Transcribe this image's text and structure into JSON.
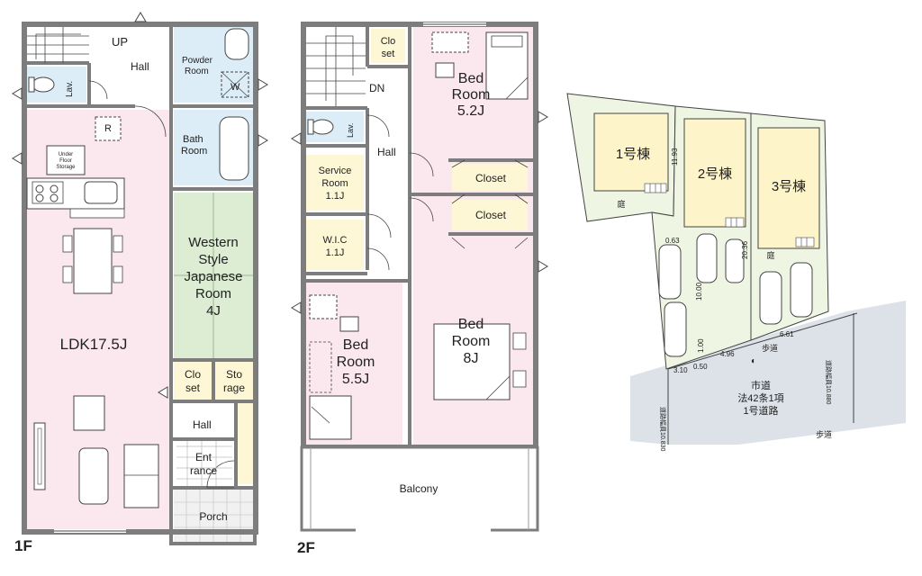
{
  "floor1": {
    "label": "1F",
    "up": "UP",
    "hall": "Hall",
    "powder_room": [
      "Powder",
      "Room"
    ],
    "w": "W",
    "lav": "Lav.",
    "r": "R",
    "bath_room": [
      "Bath",
      "Room"
    ],
    "under_floor_storage": [
      "Under",
      "Floor",
      "Storage"
    ],
    "western_japanese_room": [
      "Western",
      "Style",
      "Japanese",
      "Room",
      "4J"
    ],
    "ldk": "LDK17.5J",
    "closet": [
      "Clo",
      "set"
    ],
    "storage": [
      "Sto",
      "rage"
    ],
    "hall2": "Hall",
    "entrance": [
      "Ent",
      "rance"
    ],
    "porch": "Porch"
  },
  "floor2": {
    "label": "2F",
    "closet_small": [
      "Clo",
      "set"
    ],
    "dn": "DN",
    "lav": "Lav.",
    "hall": "Hall",
    "service_room": [
      "Service",
      "Room",
      "1.1J"
    ],
    "wic": [
      "W.I.C",
      "1.1J"
    ],
    "bed_room_52": [
      "Bed",
      "Room",
      "5.2J"
    ],
    "closet1": "Closet",
    "closet2": "Closet",
    "bed_room_8": [
      "Bed",
      "Room",
      "8J"
    ],
    "bed_room_55": [
      "Bed",
      "Room",
      "5.5J"
    ],
    "balcony": "Balcony"
  },
  "site": {
    "lot1": "1号棟",
    "lot2": "2号棟",
    "lot3": "3号棟",
    "garden": "庭",
    "garden2": "庭",
    "dims": {
      "d1193": "11.93",
      "d2036": "20.36",
      "d063": "0.63",
      "d1000": "10.00",
      "d100": "1.00",
      "d310": "3.10",
      "d050": "0.50",
      "d496": "4.96",
      "d661": "6.61"
    },
    "sidewalk": "歩道",
    "sidewalk2": "歩道",
    "road": [
      "市道",
      "法42条1項",
      "1号道路"
    ],
    "road_width_right": "道路幅員10.880",
    "road_width_left": "道路幅員10.830",
    "north_mark": "◐"
  },
  "colors": {
    "ldk_pink": "#fbe8ee",
    "wet_blue": "#dcedf8",
    "tatami_green": "#dcedd4",
    "storage_yellow": "#fdf7d6",
    "lot_green": "#eef6e3",
    "lot_yellow": "#fdf5c9",
    "road_gray": "#dde2e8",
    "wall_gray": "#7d7d7d"
  }
}
